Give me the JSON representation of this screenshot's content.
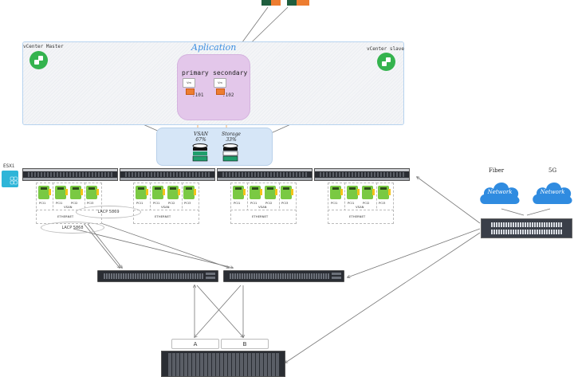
{
  "diagram": {
    "top_icons": [
      {
        "name": "management-app-icon-1",
        "colors": [
          "#1f5e3e",
          "#ed7d31"
        ]
      },
      {
        "name": "management-app-icon-2",
        "colors": [
          "#1f5e3e",
          "#ed7d31"
        ]
      }
    ],
    "cluster_frame": {
      "title": "Aplication",
      "vcenter_master_label": "vCenter Master",
      "vcenter_slave_label": "vCenter slave"
    },
    "application": {
      "vms": [
        {
          "role": "primary",
          "vm_label": "Vm",
          "ip": ".101"
        },
        {
          "role": "secondary",
          "vm_label": "Vm",
          "ip": ".102"
        }
      ]
    },
    "datastores": [
      {
        "name": "VSAN",
        "usage": "67%"
      },
      {
        "name": "Storage",
        "usage": "33%"
      }
    ],
    "esxi_label": "ESXi",
    "hosts": [
      {
        "nics": [
          "PCI1",
          "PCI1",
          "PCI2",
          "PCI3"
        ],
        "vsan_label": "VSAN",
        "ethernet_label": "ETHERNET"
      },
      {
        "nics": [
          "PCI1",
          "PCI1",
          "PCI2",
          "PCI3"
        ],
        "vsan_label": "VSAN",
        "ethernet_label": "ETHERNET"
      },
      {
        "nics": [
          "PCI1",
          "PCI1",
          "PCI2",
          "PCI3"
        ],
        "vsan_label": "VSAN",
        "ethernet_label": "ETHERNET"
      },
      {
        "nics": [
          "PCI1",
          "PCI1",
          "PCI2",
          "PCI3"
        ],
        "vsan_label": "VSAN",
        "ethernet_label": "ETHERNET"
      }
    ],
    "lacp_labels": [
      "LACP 5869",
      "LACP 5868"
    ],
    "internet": {
      "clouds": [
        {
          "title": "Fiber",
          "text": "Network"
        },
        {
          "title": "5G",
          "text": "Network"
        }
      ],
      "cloud_color": "#2f8be0"
    },
    "storage_controllers": [
      "A",
      "B"
    ],
    "colors": {
      "frame_border": "#b7d3ef",
      "app_box": "#e3c7ea",
      "storage_box": "#d6e6f7",
      "vcenter_green": "#34b34e",
      "nic_green": "#7ac943",
      "esxi_blue": "#2eb5d8",
      "vm_nic_orange": "#ed7d31"
    }
  }
}
